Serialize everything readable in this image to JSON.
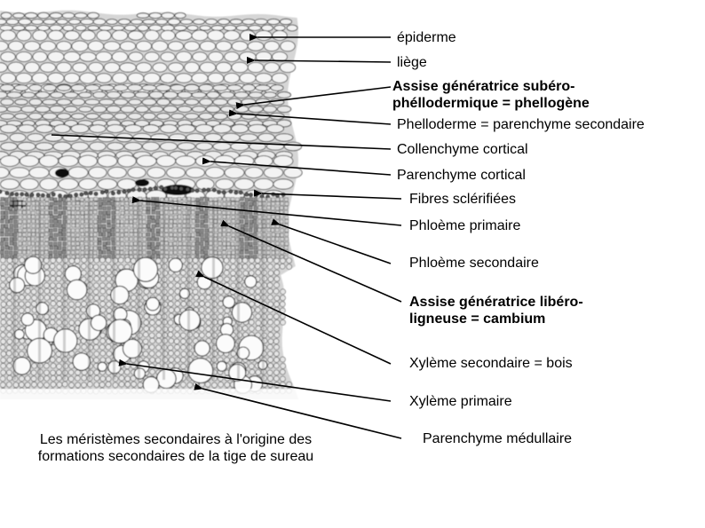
{
  "labels": {
    "epiderme": "épiderme",
    "liege": "liège",
    "assise_subero_1": "Assise génératrice subéro-",
    "assise_subero_2": "phéllodermique = phellogène",
    "phelloderme": "Phelloderme = parenchyme secondaire",
    "collenchyme": "Collenchyme cortical",
    "parenchyme_cortical": "Parenchyme cortical",
    "fibres": "Fibres sclérifiées",
    "phloeme_primaire": "Phloème primaire",
    "phloeme_secondaire": "Phloème secondaire",
    "cambium_1": "Assise génératrice libéro-",
    "cambium_2": "ligneuse = cambium",
    "xyleme_secondaire": "Xylème secondaire = bois",
    "xyleme_primaire": "Xylème primaire",
    "parenchyme_medullaire": "Parenchyme médullaire"
  },
  "caption": "Les méristèmes secondaires à l'origine des formations secondaires de la tige de sureau"
}
